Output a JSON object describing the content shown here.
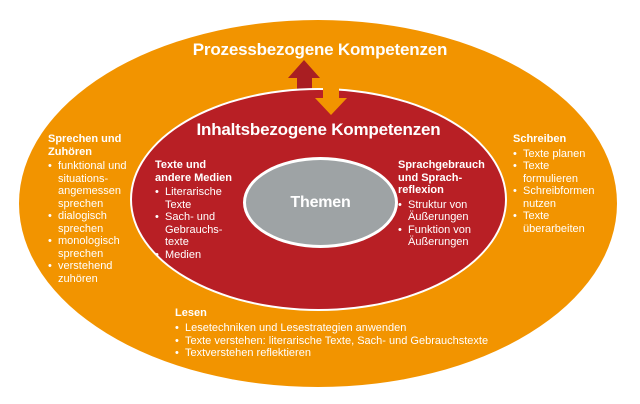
{
  "colors": {
    "orange": "#F29400",
    "red": "#B81F25",
    "arrow_red": "#A91E22",
    "gray": "#9EA3A5",
    "text": "#FFFFFF"
  },
  "titles": {
    "process": "Prozessbezogene Kompetenzen",
    "content": "Inhaltsbezogene Kompetenzen",
    "center": "Themen"
  },
  "sections": {
    "sprechen": {
      "title": "Sprechen und\nZuhören",
      "items": [
        "funktional und\nsituations-\nangemessen\nsprechen",
        "dialogisch\nsprechen",
        "monologisch\nsprechen",
        "verstehend\nzuhören"
      ]
    },
    "texte_medien": {
      "title": "Texte und\nandere Medien",
      "items": [
        "Literarische\nTexte",
        "Sach- und\nGebrauchs-\ntexte",
        "Medien"
      ]
    },
    "sprachreflexion": {
      "title": "Sprachgebrauch\nund Sprach-\nreflexion",
      "items": [
        "Struktur von\nÄußerungen",
        "Funktion von\nÄußerungen"
      ]
    },
    "schreiben": {
      "title": "Schreiben",
      "items": [
        "Texte planen",
        "Texte\nformulieren",
        "Schreibformen\nnutzen",
        "Texte\nüberarbeiten"
      ]
    },
    "lesen": {
      "title": "Lesen",
      "items": [
        "Lesetechniken und Lesestrategien anwenden",
        "Texte verstehen: literarische Texte, Sach- und Gebrauchstexte",
        "Textverstehen reflektieren"
      ]
    }
  }
}
